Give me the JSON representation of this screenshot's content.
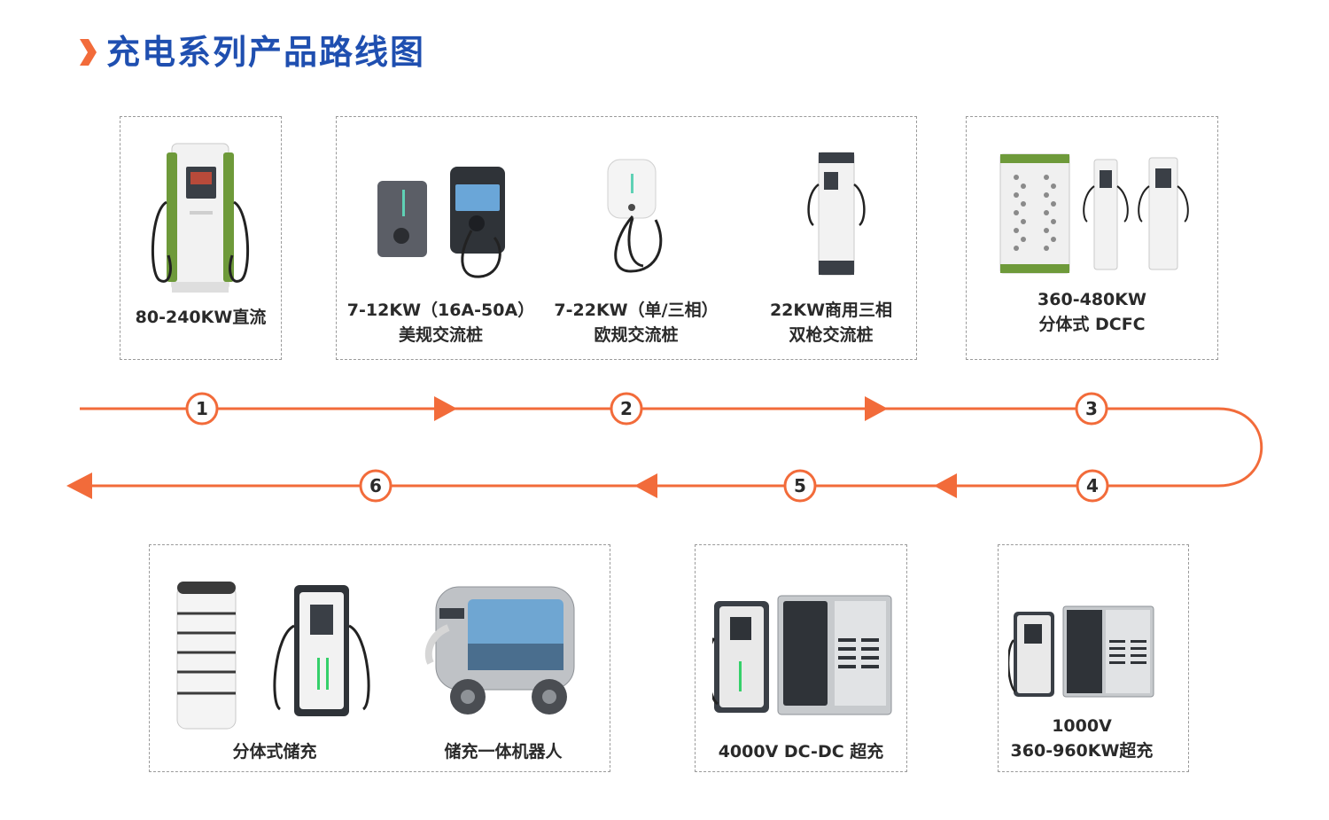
{
  "header": {
    "title": "充电系列产品路线图"
  },
  "colors": {
    "accent": "#f26b3a",
    "title": "#1f4fb0",
    "equipment_green": "#6e9a3a"
  },
  "steps": [
    "1",
    "2",
    "3",
    "4",
    "5",
    "6"
  ],
  "products": {
    "p1": {
      "label": "80-240KW直流"
    },
    "p2a": {
      "line1": "7-12KW（16A-50A）",
      "line2": "美规交流桩"
    },
    "p2b": {
      "line1": "7-22KW（单/三相）",
      "line2": "欧规交流桩"
    },
    "p2c": {
      "line1": "22KW商用三相",
      "line2": "双枪交流桩"
    },
    "p3": {
      "line1": "360-480KW",
      "line2": "分体式 DCFC"
    },
    "p4": {
      "line1": "1000V",
      "line2": "360-960KW超充"
    },
    "p5": {
      "label": "4000V DC-DC 超充"
    },
    "p6a": {
      "label": "分体式储充"
    },
    "p6b": {
      "label": "储充一体机器人"
    }
  }
}
